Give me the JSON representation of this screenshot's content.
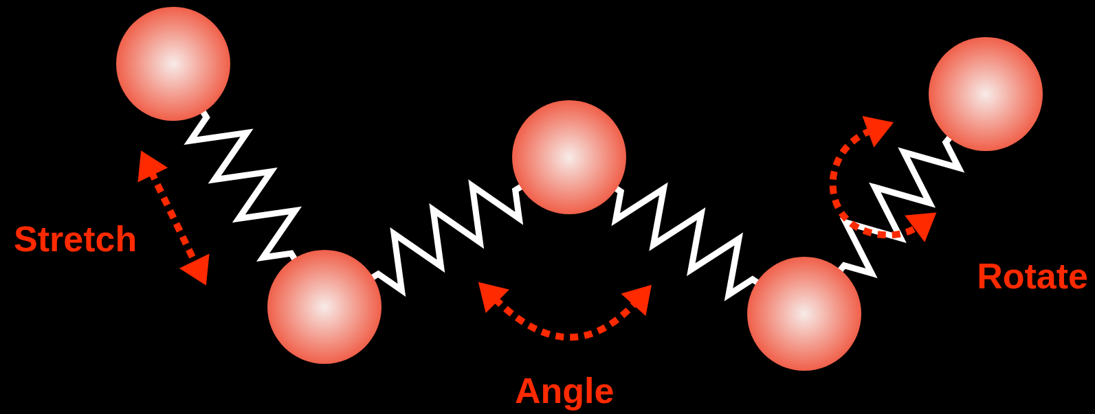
{
  "diagram": {
    "labels": [
      "Stretch",
      "Angle",
      "Rotate"
    ]
  }
}
